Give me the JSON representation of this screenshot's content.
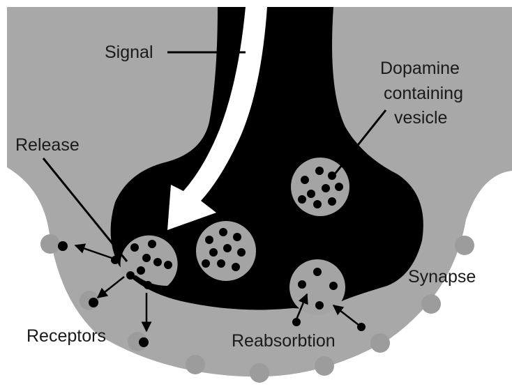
{
  "labels": {
    "signal": "Signal",
    "vesicle_line1": "Dopamine",
    "vesicle_line2": "containing",
    "vesicle_line3": "vesicle",
    "release": "Release",
    "synapse": "Synapse",
    "receptors": "Receptors",
    "reabsorption": "Reabsorbtion"
  },
  "colors": {
    "background": "#ffffff",
    "tissue_gray": "#a8a8a8",
    "neuron": "#000000",
    "vesicle": "#a4a4a4",
    "dopamine": "#000000",
    "receptor": "#9c9c9c",
    "signal_arrow": "#ffffff",
    "text": "#1a1a1a"
  },
  "icons": {
    "signal_arrow": "large-curved-white-arrow",
    "vesicle": "gray-circle-with-black-dots",
    "receptor": "gray-round-bump",
    "flow_arrows": "small-black-arrows"
  }
}
